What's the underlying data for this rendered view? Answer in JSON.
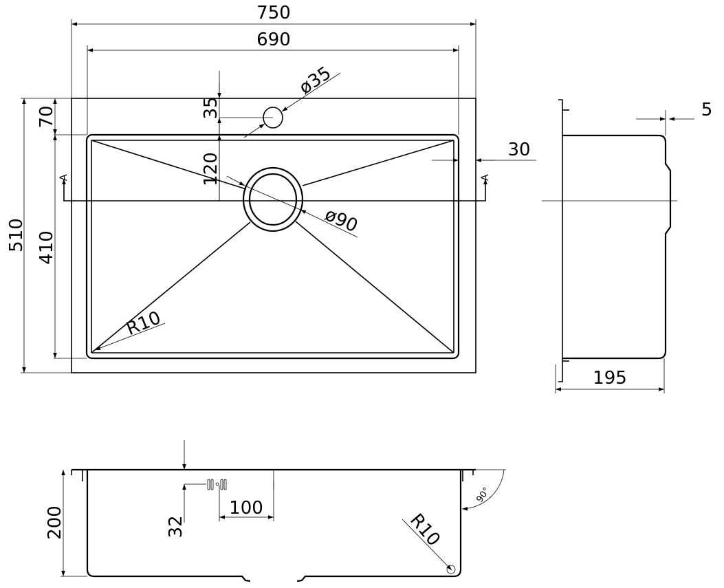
{
  "top_view": {
    "overall_width": "750",
    "bowl_width": "690",
    "overall_depth": "510",
    "bowl_depth": "410",
    "rim_front": "70",
    "tap_offset": "35",
    "drain_offset": "120",
    "tap_hole": "ø35",
    "drain_hole": "ø90",
    "corner_radius": "R10",
    "side_margin": "30",
    "section_marker_left": "A",
    "section_marker_right": "A"
  },
  "side_view": {
    "flange": "5",
    "depth": "195"
  },
  "section_view": {
    "height": "200",
    "overflow_offset": "32",
    "overflow_length": "100",
    "corner_radius": "R10",
    "angle": "90°"
  }
}
